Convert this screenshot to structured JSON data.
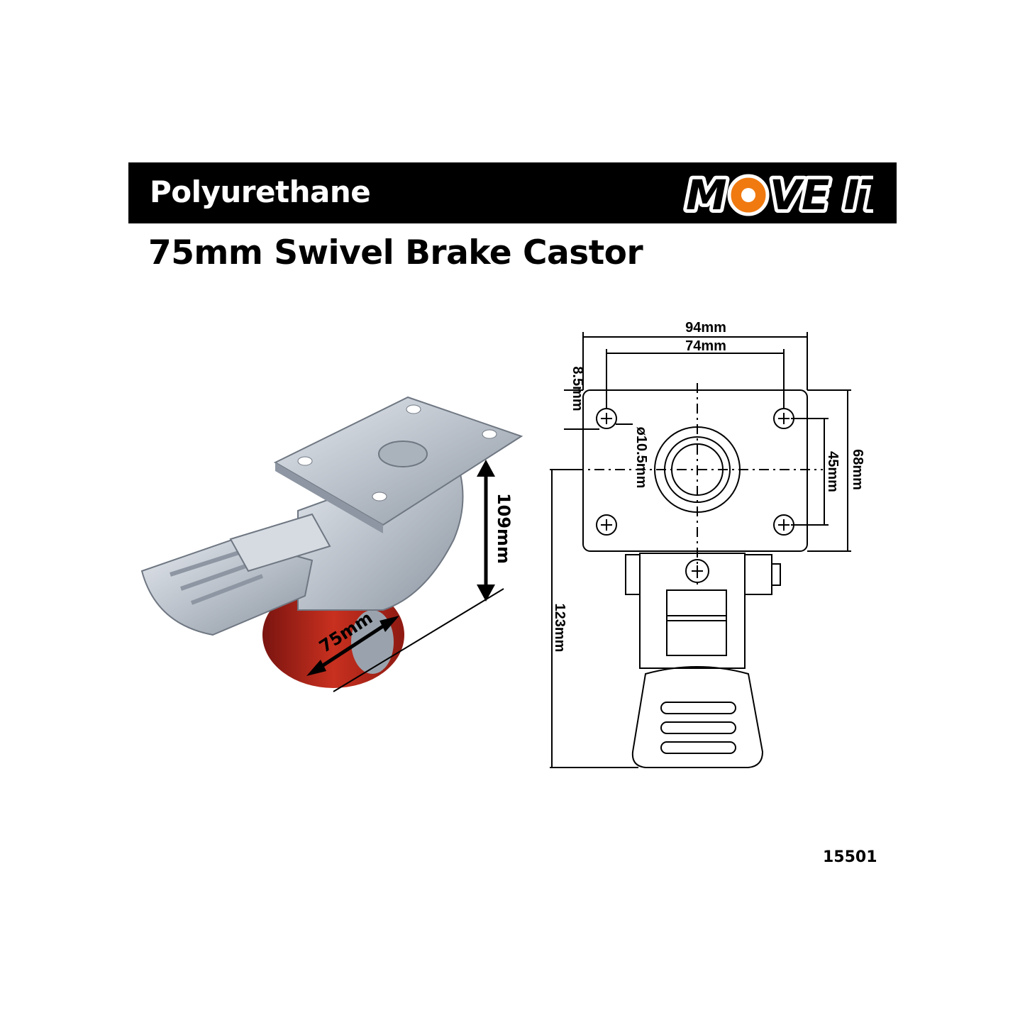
{
  "header": {
    "category": "Polyurethane",
    "brand_logo": "MOVE IT"
  },
  "title": "75mm Swivel Brake Castor",
  "product_code": "15501",
  "photo_dimensions": {
    "height": "109mm",
    "wheel_diameter": "75mm"
  },
  "drawing_dimensions": {
    "overall_width": "94mm",
    "hole_spacing_width": "74mm",
    "edge_offset": "8.5mm",
    "hole_diameter": "ø10.5mm",
    "hole_spacing_depth": "45mm",
    "overall_depth": "68mm",
    "overall_height": "123mm"
  },
  "colors": {
    "banner": "#000000",
    "logo_orange": "#f07a10",
    "wheel_red": "#b3231a",
    "metal": "#c7ccd3"
  }
}
